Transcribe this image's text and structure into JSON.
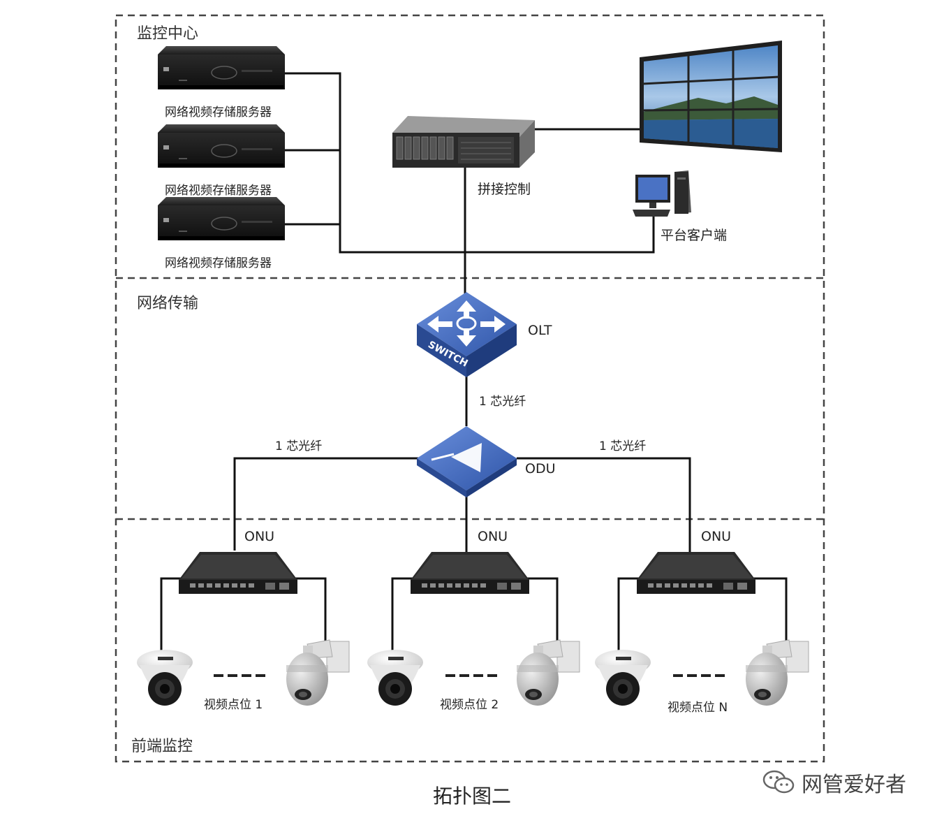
{
  "zones": {
    "monitoring_center": "监控中心",
    "network_transport": "网络传输",
    "frontend_monitoring": "前端监控"
  },
  "devices": {
    "storage_server_1": "网络视频存储服务器",
    "storage_server_2": "网络视频存储服务器",
    "storage_server_3": "网络视频存储服务器",
    "splice_control": "拼接控制",
    "platform_client": "平台客户端",
    "olt": "OLT",
    "odu": "ODU",
    "onu_1": "ONU",
    "onu_2": "ONU",
    "onu_3": "ONU",
    "switch_text": "SWITCH"
  },
  "links": {
    "olt_odu": "1 芯光纤",
    "odu_left": "1 芯光纤",
    "odu_right": "1 芯光纤"
  },
  "video_points": {
    "p1": "视频点位 1",
    "p2": "视频点位 2",
    "pn": "视频点位 N"
  },
  "caption": "拓扑图二",
  "watermark": "网管爱好者",
  "colors": {
    "switch_blue": "#3a63b8",
    "line": "#111111",
    "dash": "#444444"
  }
}
